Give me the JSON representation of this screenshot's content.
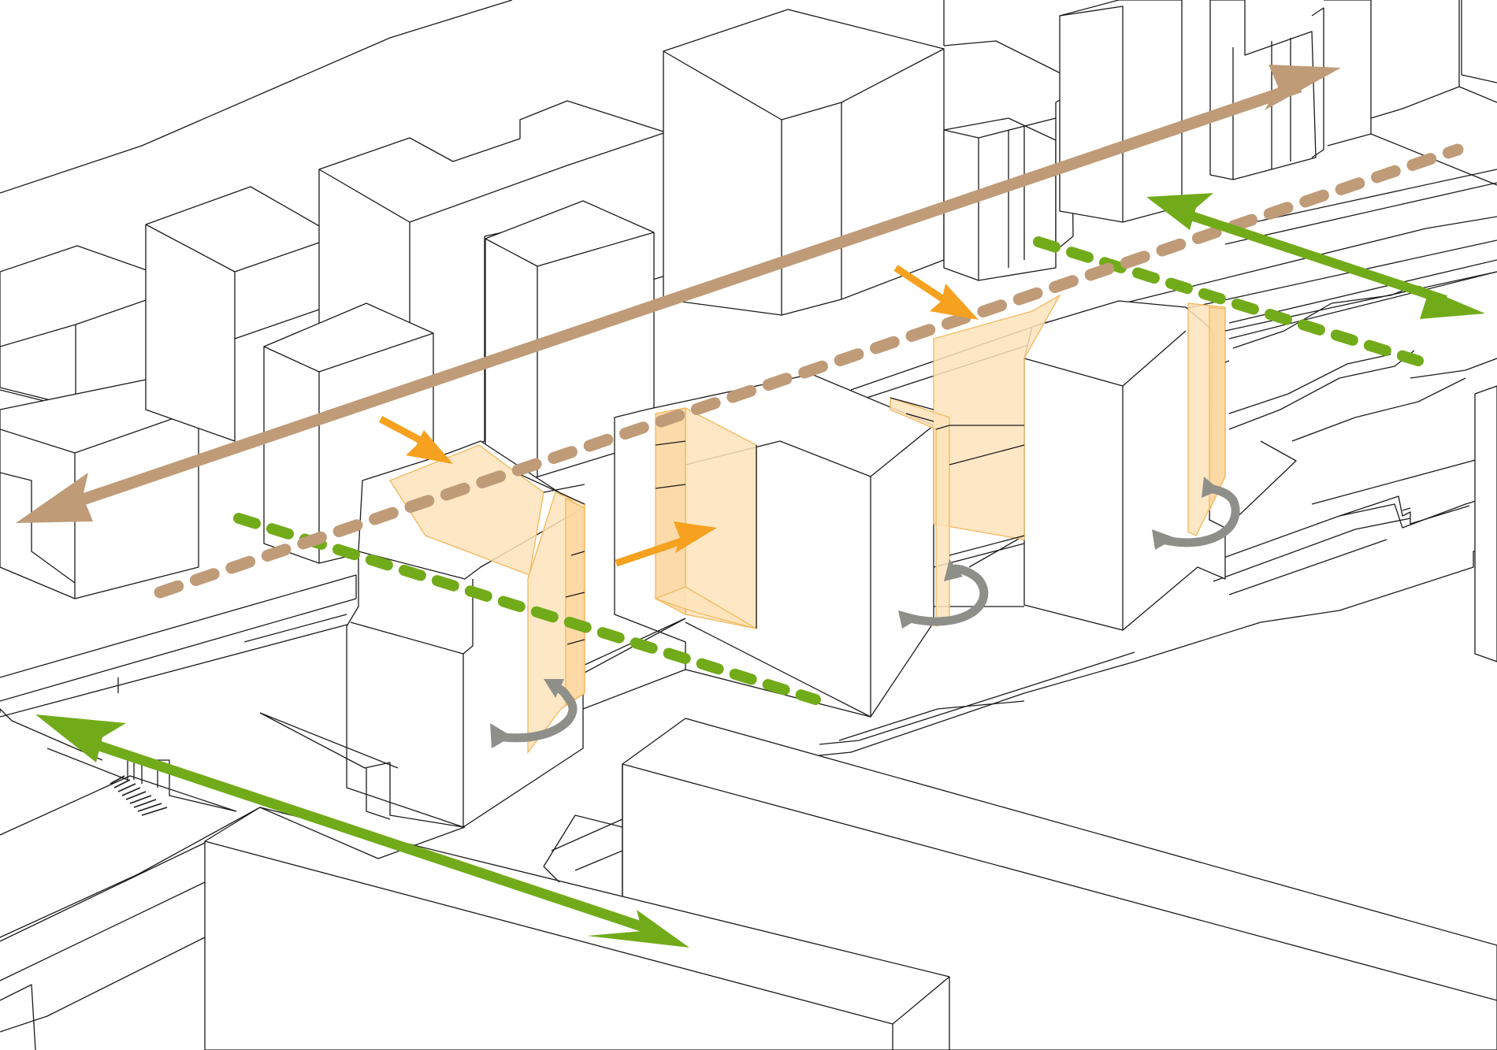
{
  "colors": {
    "background": "#ffffff",
    "linework": "#1a1a1a",
    "movement_axis": "#bf9b78",
    "green_axis": "#72ab1a",
    "orange_arrow": "#f6a11f",
    "orange_plane_fill": "#fde3bb",
    "orange_plane_fill_dark": "#fcd49a",
    "orange_plane_stroke": "#f3bb63",
    "rotation_arrow": "#8f8f8a"
  },
  "legend": [],
  "annotations": [],
  "elements": {
    "solid_axis_long": "brown-double-arrow",
    "dashed_axis_brown": "brown-dashed-line",
    "dashed_axis_green": "green-dashed-line",
    "green_axis_arrows": "green-double-arrow",
    "entry_arrows": "orange-arrow",
    "void_planes": "orange-translucent-plane",
    "rotation_markers": "curved-rotation-arrow",
    "building_masses": "white-wireframe-block"
  }
}
